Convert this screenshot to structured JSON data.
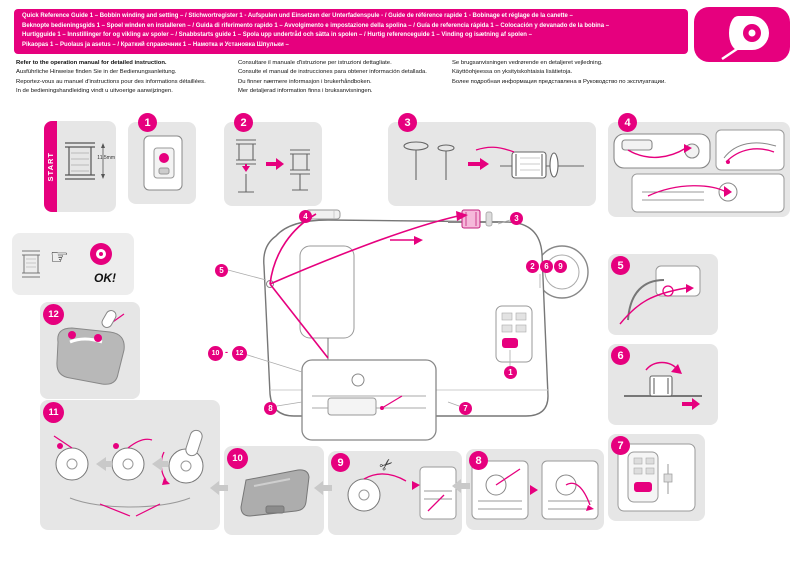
{
  "colors": {
    "accent": "#e6007e",
    "panel": "#e6e6e6",
    "line": "#777777"
  },
  "header": {
    "lines": [
      "Quick Reference Guide 1 – Bobbin winding and setting – / Stichwortregister 1 - Aufspulen und Einsetzen der Unterfadenspule - / Guide de référence rapide 1 - Bobinage et réglage de la canette –",
      "Beknopte bedieningsgids 1 – Spoel winden en installeren – / Guida di riferimento rapido 1 – Avvolgimento e impostazione della spolina – / Guía de referencia rápida 1 – Colocación y devanado de la bobina –",
      "Hurtigguide 1 – Innstillinger for og vikling av spoler – / Snabbstarts guide 1 – Spola upp undertråd och sätta in spolen – / Hurtig referenceguide 1 – Vinding og isætning af spolen –",
      "Pikaopas 1 – Puolaus ja asetus – / Краткий справочник 1 – Намотка и Установка Шпульки –"
    ]
  },
  "intro": {
    "col1": [
      "Refer to the operation manual for detailed instruction.",
      "Ausführliche Hinweise finden Sie in der Bedienungsanleitung.",
      "Reportez-vous au manuel d'instructions pour des informations détaillées.",
      "In de bedieningshandleiding vindt u uitvoerige aanwijzingen."
    ],
    "col2": [
      "Consultare il manuale d'istruzione per istruzioni dettagliate.",
      "Consulte el manual de instrucciones para obtener información detallada.",
      "Du finner nærmere informasjon i brukerhåndboken.",
      "Mer detaljerad information finns i bruksanvisningen."
    ],
    "col3": [
      "Se brugsanvisningen vedrørende en detaljeret vejledning.",
      "Käyttöohjeessa on yksityiskohtaisia lisätietoja.",
      "Более подробная информация представлена в Руководство по эксплуатации."
    ]
  },
  "labels": {
    "start": "START",
    "measure": "11.5mm",
    "ok": "OK!"
  },
  "steps": [
    "1",
    "2",
    "3",
    "4",
    "5",
    "6",
    "7",
    "8",
    "9",
    "10",
    "11",
    "12"
  ],
  "callouts": {
    "n1": "1",
    "n2": "2",
    "n3": "3",
    "n4": "4",
    "n5": "5",
    "n6": "6",
    "n7": "7",
    "n8": "8",
    "n9": "9",
    "n10": "10",
    "n12": "12",
    "sep": "-"
  },
  "icons": {
    "scissors": "✂",
    "hand": "☞"
  }
}
